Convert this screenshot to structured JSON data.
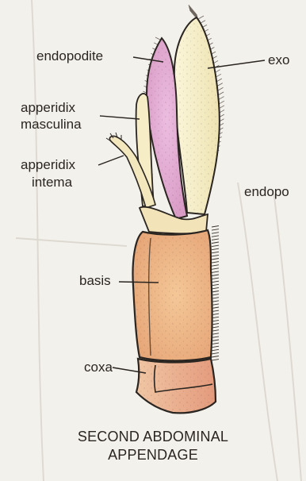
{
  "labels": {
    "endopodite": "endopodite",
    "exopodite_partial": "exo",
    "appendix_masculina_line1": "apperidix",
    "appendix_masculina_line2": "masculina",
    "appendix_interna_line1": "apperidix",
    "appendix_interna_line2": "intema",
    "endopodite_partial": "endopo",
    "basis": "basis",
    "coxa": "coxa"
  },
  "caption": {
    "line1": "SECOND ABDOMINAL",
    "line2": "APPENDAGE"
  },
  "colors": {
    "paper": "#f3f1ec",
    "endopodite_fill": "#e5b3d4",
    "exopodite_fill": "#f3ecc0",
    "basis_fill": "#efbf8e",
    "coxa_fill": "#e9b08c",
    "appendix_fill": "#f2e8c0",
    "outline": "#2a2521"
  }
}
